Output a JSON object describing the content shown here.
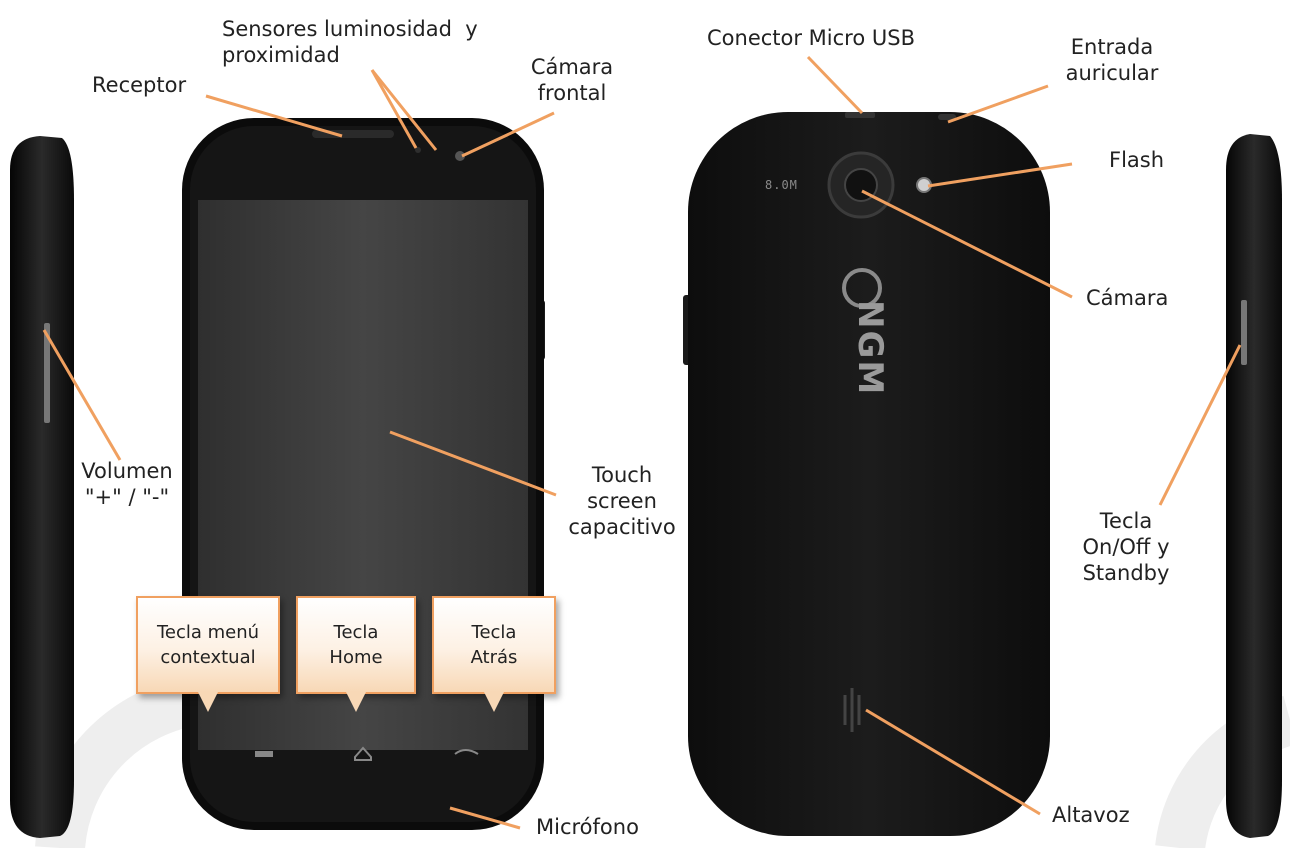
{
  "diagram": {
    "labels": {
      "sensores": "Sensores luminosidad  y\nproximidad",
      "receptor": "Receptor",
      "camara_frontal": "Cámara\nfrontal",
      "conector_usb": "Conector Micro USB",
      "entrada_auricular": "Entrada\nauricular",
      "flash": "Flash",
      "camara": "Cámara",
      "volumen": "Volumen\n\"+\" / \"-\"",
      "touch_screen": "Touch\nscreen\ncapacitivo",
      "tecla_onoff": "Tecla\nOn/Off y\nStandby",
      "microfono": "Micrófono",
      "altavoz": "Altavoz"
    },
    "callouts": {
      "menu": "Tecla menú\ncontextual",
      "home": "Tecla\nHome",
      "atras": "Tecla\nAtrás"
    },
    "device_text": {
      "brand": "NGM",
      "camera_badge": "8.0M"
    }
  },
  "colors": {
    "leader_line": "#f0a060",
    "phone_body": "#111111",
    "screen": "#3a3a3a",
    "callout_border": "#f0a060"
  }
}
